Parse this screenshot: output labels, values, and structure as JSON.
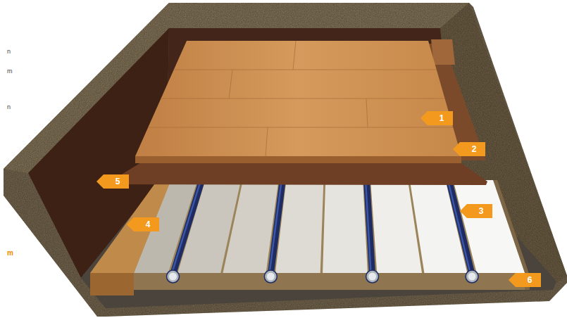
{
  "diagram": {
    "labels": [
      "n",
      "m",
      "n",
      "m",
      "1",
      "2",
      "3",
      "4",
      "5",
      "6"
    ]
  }
}
